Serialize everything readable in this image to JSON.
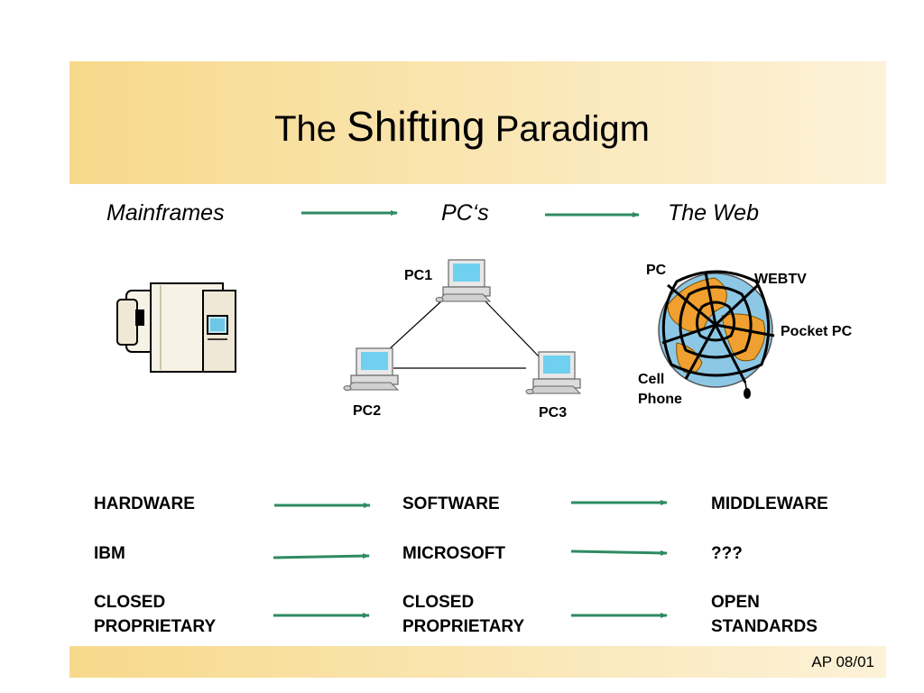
{
  "slide": {
    "title_pre": "The",
    "title_mid": "Shifting",
    "title_post": "Paradigm",
    "footer": "AP 08/01"
  },
  "eras": [
    "Mainframes",
    "PC‘s",
    "The Web"
  ],
  "network": {
    "pc1": "PC1",
    "pc2": "PC2",
    "pc3": "PC3"
  },
  "web": {
    "pc": "PC",
    "webtv": "WEBTV",
    "pocket_pc": "Pocket PC",
    "cell_phone_line1": "Cell",
    "cell_phone_line2": "Phone"
  },
  "rows": [
    {
      "col1": [
        "HARDWARE"
      ],
      "col2": [
        "SOFTWARE"
      ],
      "col3": [
        "MIDDLEWARE"
      ]
    },
    {
      "col1": [
        "IBM"
      ],
      "col2": [
        "MICROSOFT"
      ],
      "col3": [
        "???"
      ]
    },
    {
      "col1": [
        "CLOSED",
        "PROPRIETARY"
      ],
      "col2": [
        "CLOSED",
        "PROPRIETARY"
      ],
      "col3": [
        "OPEN",
        "STANDARDS"
      ]
    }
  ],
  "colors": {
    "arrow": "#2e8b62",
    "title_band": "#f7d98b",
    "globe_ocean": "#8cc8e6",
    "globe_land": "#f0a030"
  }
}
